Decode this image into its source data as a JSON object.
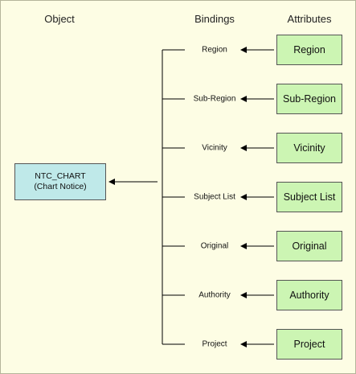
{
  "headers": {
    "object": "Object",
    "bindings": "Bindings",
    "attributes": "Attributes"
  },
  "object": {
    "line1": "NTC_CHART",
    "line2": "(Chart Notice)"
  },
  "rows": [
    {
      "binding": "Region",
      "attribute": "Region"
    },
    {
      "binding": "Sub-Region",
      "attribute": "Sub-Region"
    },
    {
      "binding": "Vicinity",
      "attribute": "Vicinity"
    },
    {
      "binding": "Subject List",
      "attribute": "Subject List"
    },
    {
      "binding": "Original",
      "attribute": "Original"
    },
    {
      "binding": "Authority",
      "attribute": "Authority"
    },
    {
      "binding": "Project",
      "attribute": "Project"
    }
  ],
  "colors": {
    "background": "#fdfde4",
    "object_fill": "#bfe9e9",
    "attribute_fill": "#ccf5b3",
    "line": "#000000"
  }
}
